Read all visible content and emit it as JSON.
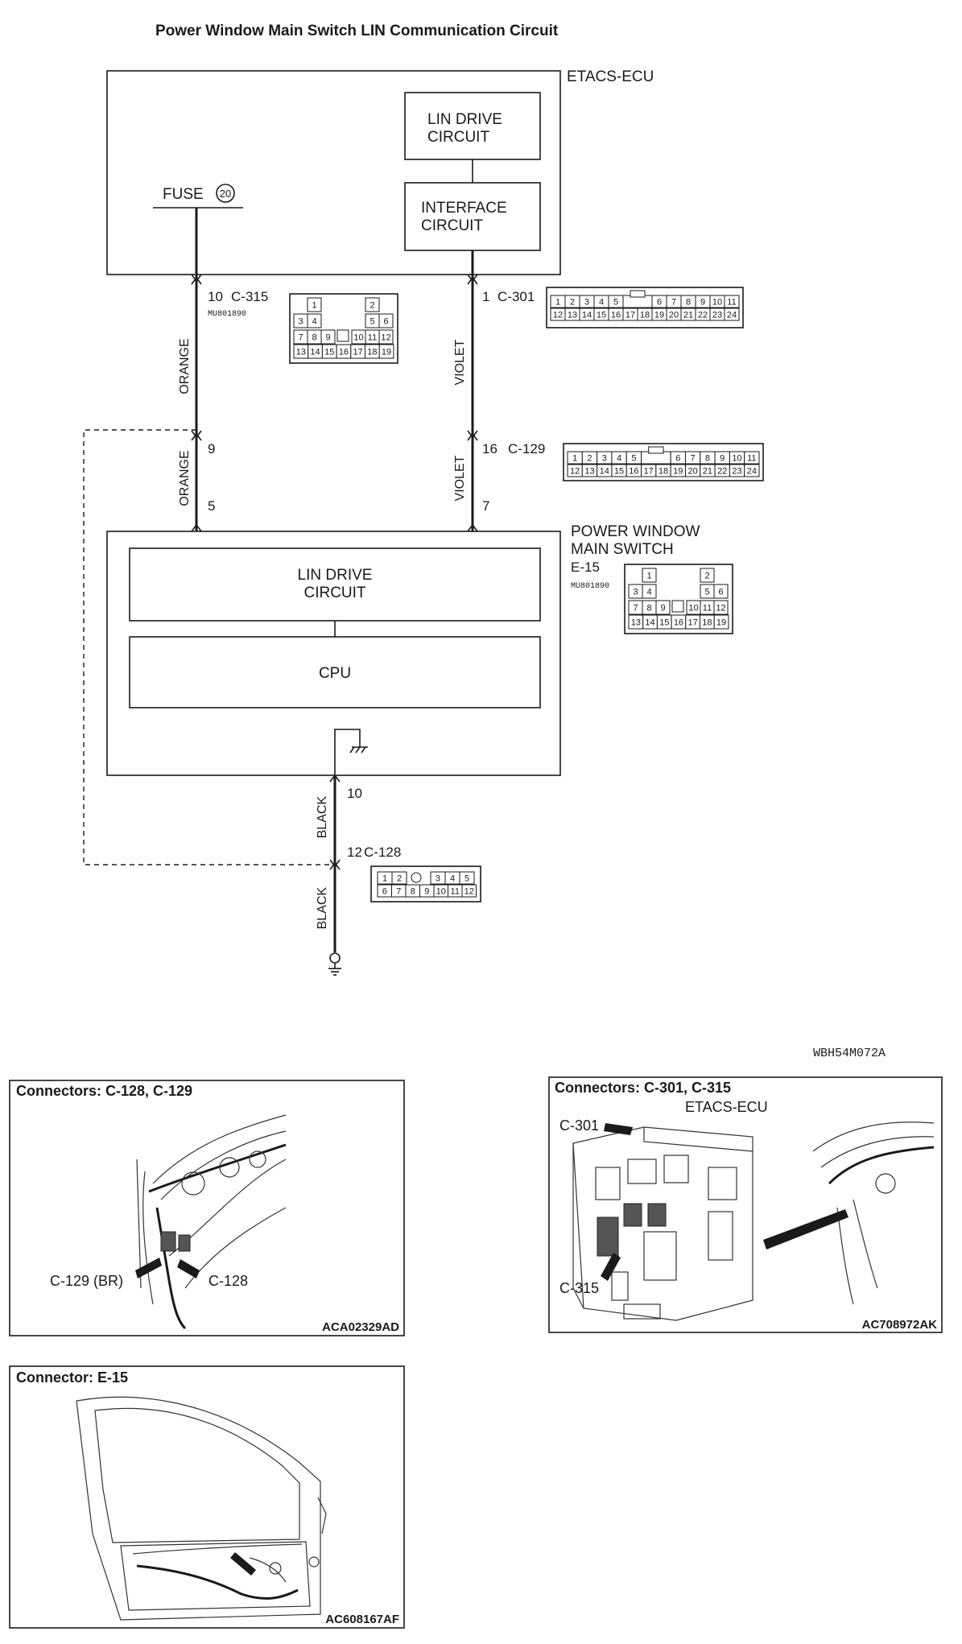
{
  "title": "Power Window Main Switch LIN Communication Circuit",
  "etacs": {
    "label": "ETACS-ECU",
    "lin_drive": [
      "LIN DRIVE",
      "CIRCUIT"
    ],
    "interface": [
      "INTERFACE",
      "CIRCUIT"
    ],
    "fuse_label": "FUSE",
    "fuse_number": "20"
  },
  "switch": {
    "label_lines": [
      "POWER WINDOW",
      "MAIN SWITCH"
    ],
    "connector": "E-15",
    "part_no": "MU801890",
    "lin_drive": [
      "LIN DRIVE",
      "CIRCUIT"
    ],
    "cpu": "CPU"
  },
  "wires": {
    "left_color_upper": "ORANGE",
    "left_color_lower": "ORANGE",
    "right_color_upper": "VIOLET",
    "right_color_lower": "VIOLET",
    "ground_color_upper": "BLACK",
    "ground_color_lower": "BLACK"
  },
  "pins": {
    "c315": {
      "pin": "10",
      "name": "C-315",
      "part_no": "MU801890"
    },
    "c301": {
      "pin": "1",
      "name": "C-301"
    },
    "left_mid": "9",
    "c129": {
      "pin": "16",
      "name": "C-129"
    },
    "left_sw": "5",
    "right_sw": "7",
    "ground_sw": "10",
    "c128": {
      "pin": "12",
      "name": "C-128"
    }
  },
  "grids": {
    "c315_rows": [
      [
        "1",
        "",
        "2"
      ],
      [
        "3",
        "4",
        "",
        "5",
        "6"
      ],
      [
        "7",
        "8",
        "9",
        "",
        "10",
        "11",
        "12"
      ],
      [
        "13",
        "14",
        "15",
        "16",
        "17",
        "18",
        "19"
      ]
    ],
    "c301_row1": [
      "1",
      "2",
      "3",
      "4",
      "5",
      "6",
      "7",
      "8",
      "9",
      "10",
      "11"
    ],
    "c301_row2": [
      "12",
      "13",
      "14",
      "15",
      "16",
      "17",
      "18",
      "19",
      "20",
      "21",
      "22",
      "23",
      "24"
    ],
    "c129_row1": [
      "1",
      "2",
      "3",
      "4",
      "5",
      "6",
      "7",
      "8",
      "9",
      "10",
      "11"
    ],
    "c129_row2": [
      "12",
      "13",
      "14",
      "15",
      "16",
      "17",
      "18",
      "19",
      "20",
      "21",
      "22",
      "23",
      "24"
    ],
    "c128_row1": [
      "1",
      "2",
      "3",
      "4",
      "5"
    ],
    "c128_row2": [
      "6",
      "7",
      "8",
      "9",
      "10",
      "11",
      "12"
    ]
  },
  "ref_code": "WBH54M072A",
  "panels": {
    "p1": {
      "title": "Connectors: C-128, C-129",
      "callout_left": "C-129 (BR)",
      "callout_right": "C-128",
      "code": "ACA02329AD"
    },
    "p2": {
      "title": "Connectors: C-301, C-315",
      "subtitle": "ETACS-ECU",
      "callout_top": "C-301",
      "callout_bottom": "C-315",
      "code": "AC708972AK"
    },
    "p3": {
      "title": "Connector: E-15",
      "code": "AC608167AF"
    }
  }
}
